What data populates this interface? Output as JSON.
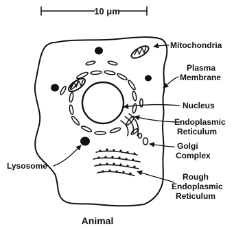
{
  "diagram": {
    "scale_bar_label": "10 μm",
    "caption": "Animal",
    "labels": {
      "mitochondria": "Mitochondria",
      "plasma_membrane_1": "Plasma",
      "plasma_membrane_2": "Membrane",
      "nucleus": "Nucleus",
      "er_1": "Endoplasmic",
      "er_2": "Reticulum",
      "golgi_1": "Golgi",
      "golgi_2": "Complex",
      "lysosome": "Lysosome",
      "rough_er_1": "Rough",
      "rough_er_2": "Endoplasmic",
      "rough_er_3": "Reticulum"
    }
  }
}
